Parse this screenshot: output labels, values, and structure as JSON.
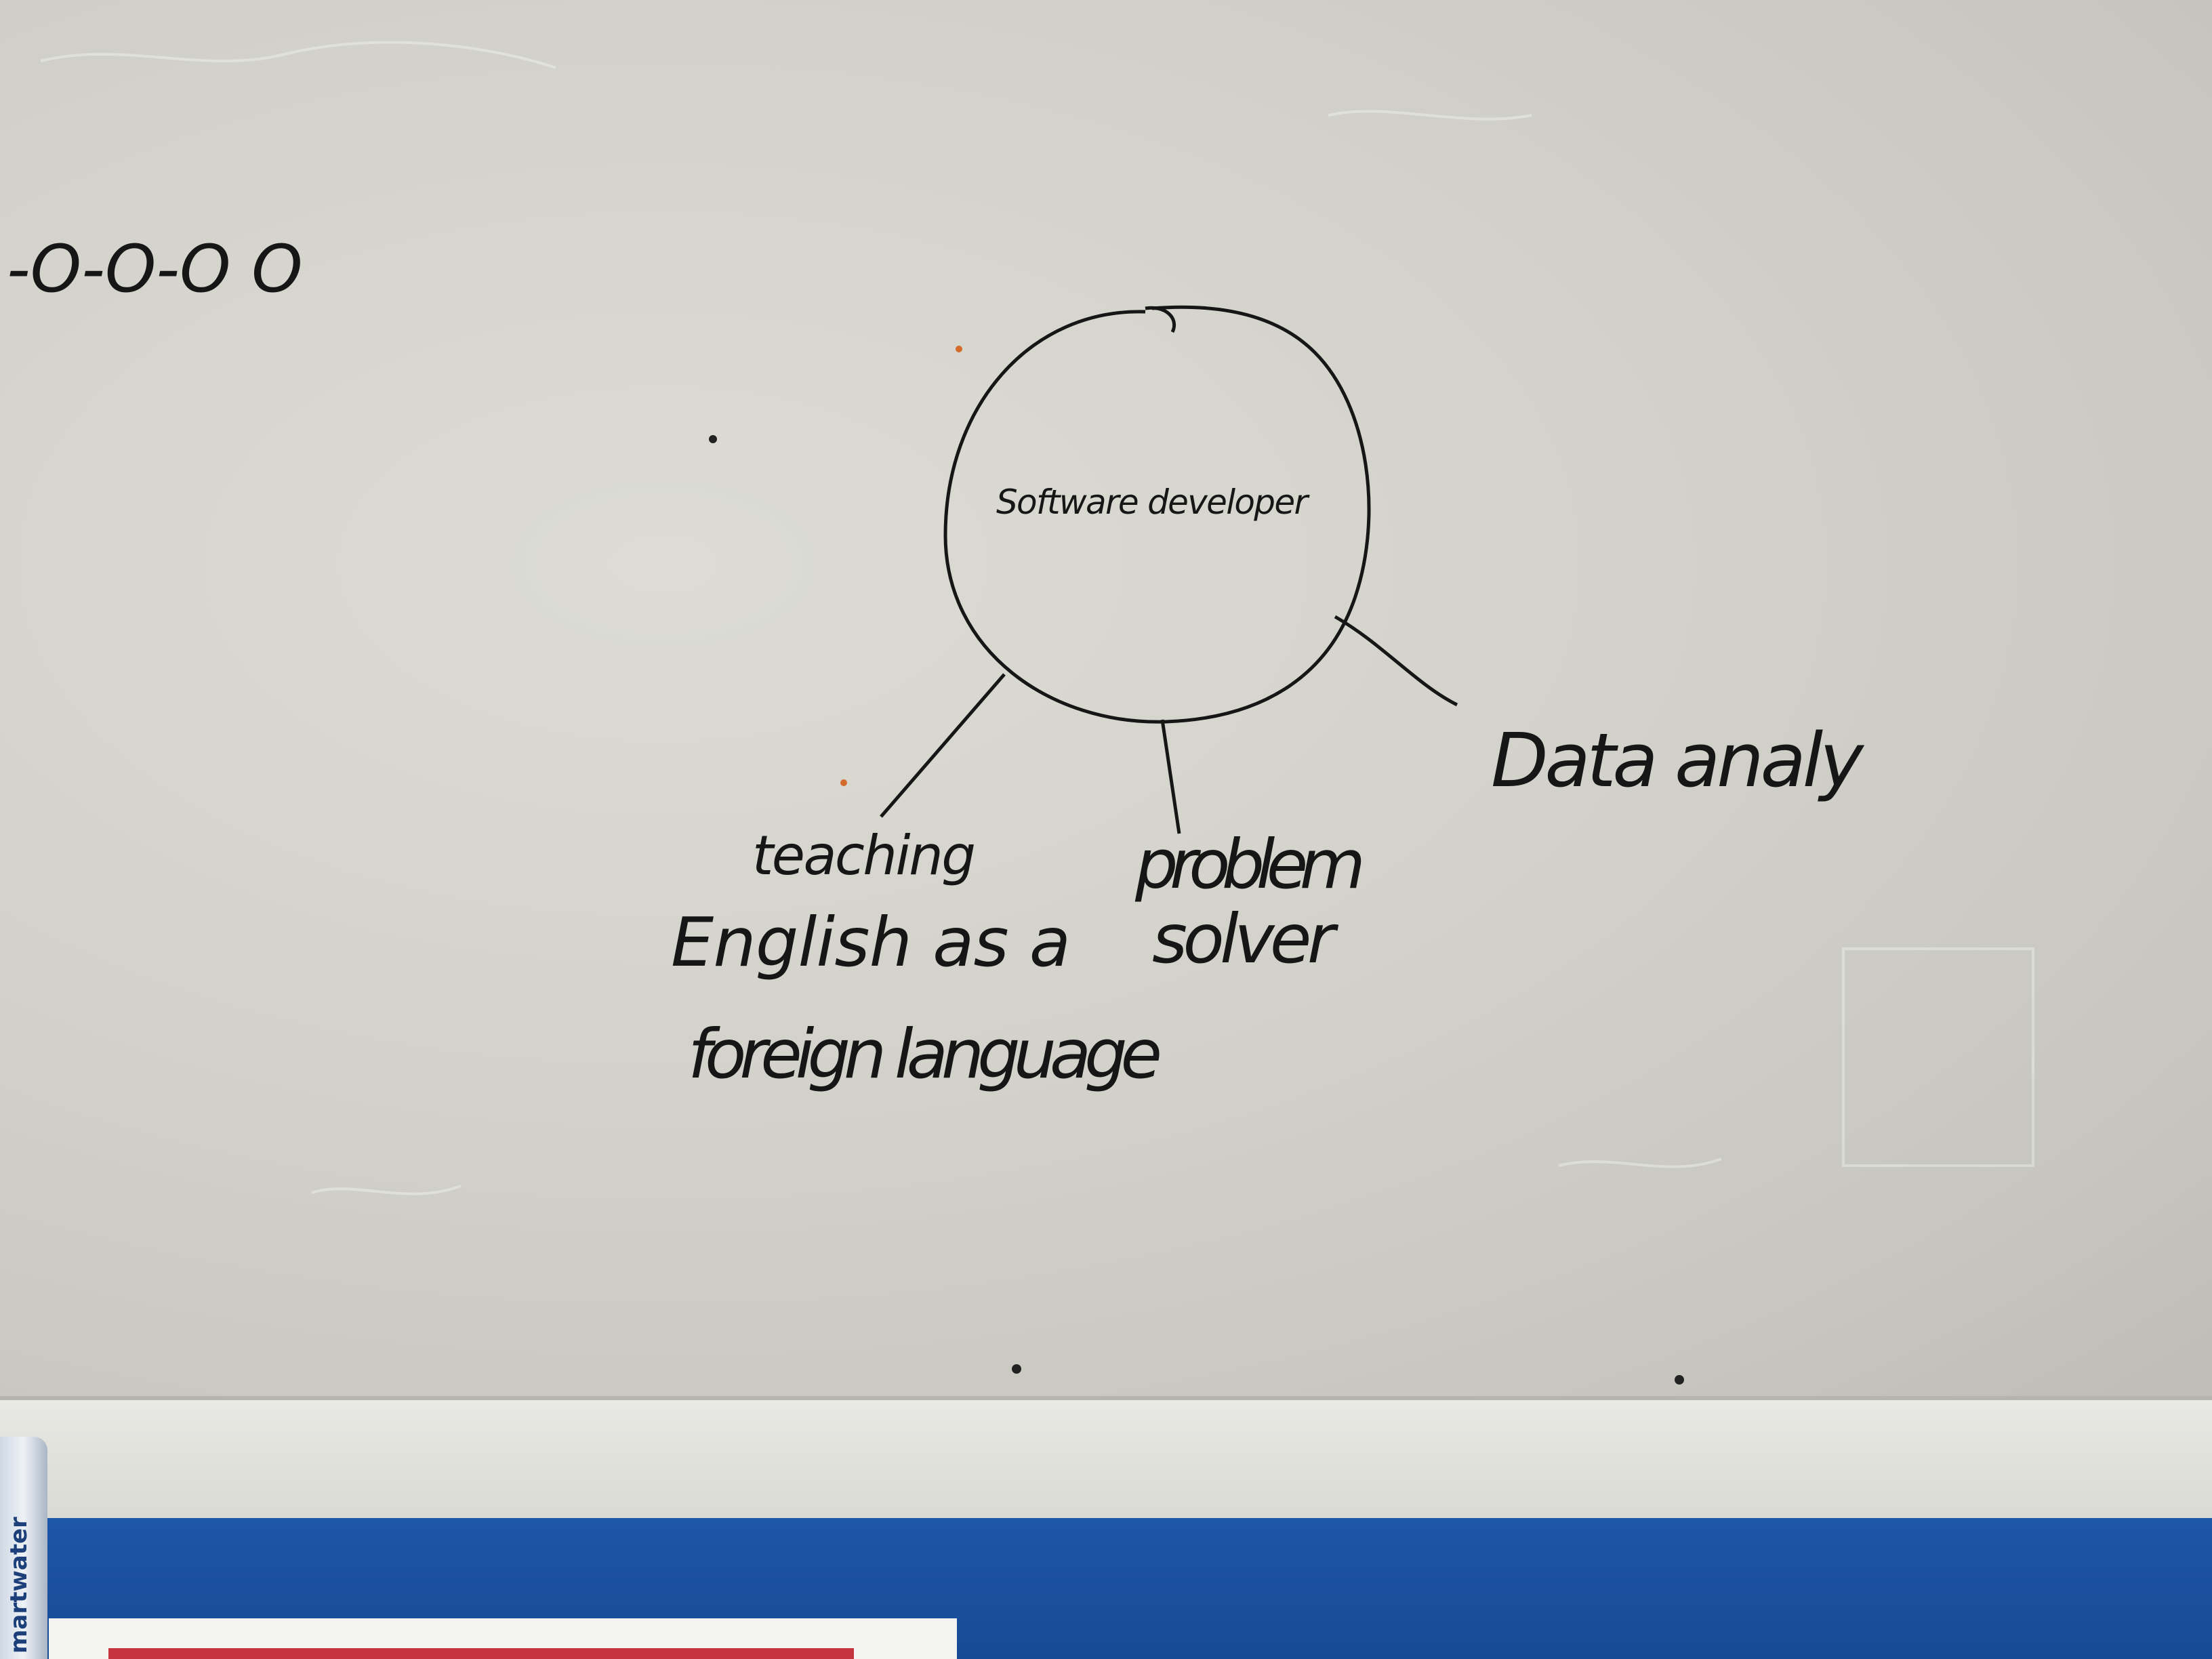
{
  "board": {
    "center_label": "Software developer",
    "branches": [
      {
        "lines": [
          "teaching",
          "English as a",
          "foreign language"
        ]
      },
      {
        "lines": [
          "problem",
          "solver"
        ]
      },
      {
        "lines": [
          "Data analy"
        ]
      }
    ],
    "corner_chain": "-O-O-O O"
  },
  "bottle": {
    "label": "martwater"
  },
  "colors": {
    "marker": "#161616",
    "board": "#d4d4cc",
    "blue_band": "#1e56a8"
  }
}
